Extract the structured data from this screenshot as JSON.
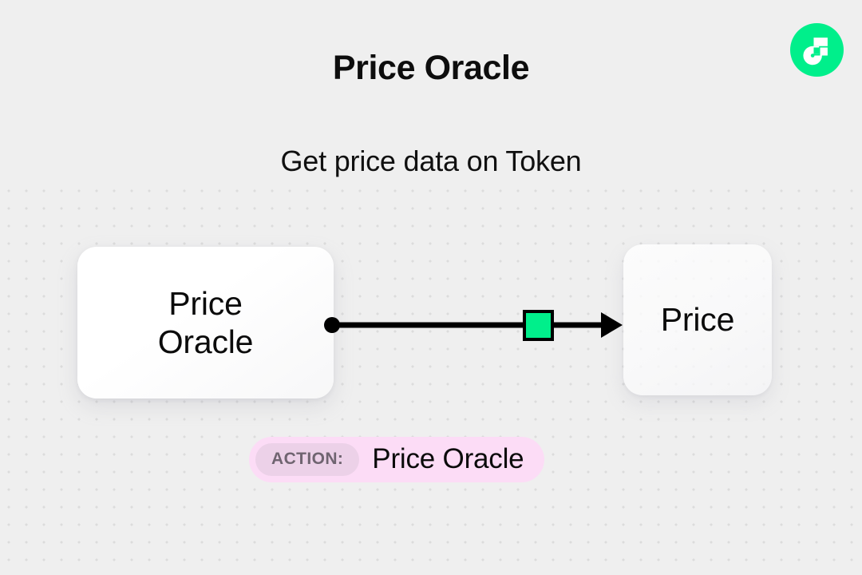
{
  "header": {
    "title": "Price Oracle",
    "subtitle": "Get price data on Token"
  },
  "brand": {
    "logo_icon": "flow-logo-icon",
    "logo_bg_color": "#00ef8b",
    "logo_mark_color": "#ffffff"
  },
  "diagram": {
    "source_node": {
      "icon": "node-card-icon",
      "label_line1": "Price",
      "label_line2": "Oracle",
      "bg_color": "#ffffff"
    },
    "target_node": {
      "icon": "node-card-icon",
      "label": "Price",
      "bg_color": "#ffffff"
    },
    "connector": {
      "start_dot_icon": "connection-start-dot-icon",
      "midpoint_icon": "connection-midpoint-square-icon",
      "arrow_icon": "connection-arrowhead-icon",
      "line_color": "#000000",
      "midpoint_color": "#00ef8b"
    }
  },
  "action_badge": {
    "tag_label": "ACTION:",
    "value": "Price Oracle",
    "badge_color": "#fcdcf6",
    "tag_color": "#ecd1e8",
    "tag_text_color": "#6f6470"
  },
  "background": {
    "page_color": "#efefef",
    "dot_color": "#dcdcdc"
  }
}
